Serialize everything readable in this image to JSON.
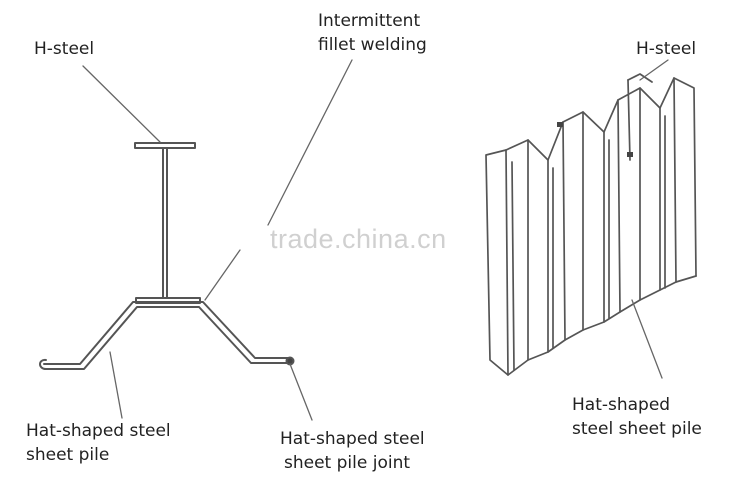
{
  "labels": {
    "left_h_steel": "H-steel",
    "welding_line1": "Intermittent",
    "welding_line2": "fillet welding",
    "left_pile_line1": "Hat-shaped steel",
    "left_pile_line2": "sheet pile",
    "joint_line1": "Hat-shaped steel",
    "joint_line2": "sheet pile joint",
    "right_h_steel": "H-steel",
    "right_pile_line1": "Hat-shaped",
    "right_pile_line2": "steel sheet pile"
  },
  "watermark": "trade.china.cn",
  "colors": {
    "line": "#555555",
    "text": "#222222"
  }
}
